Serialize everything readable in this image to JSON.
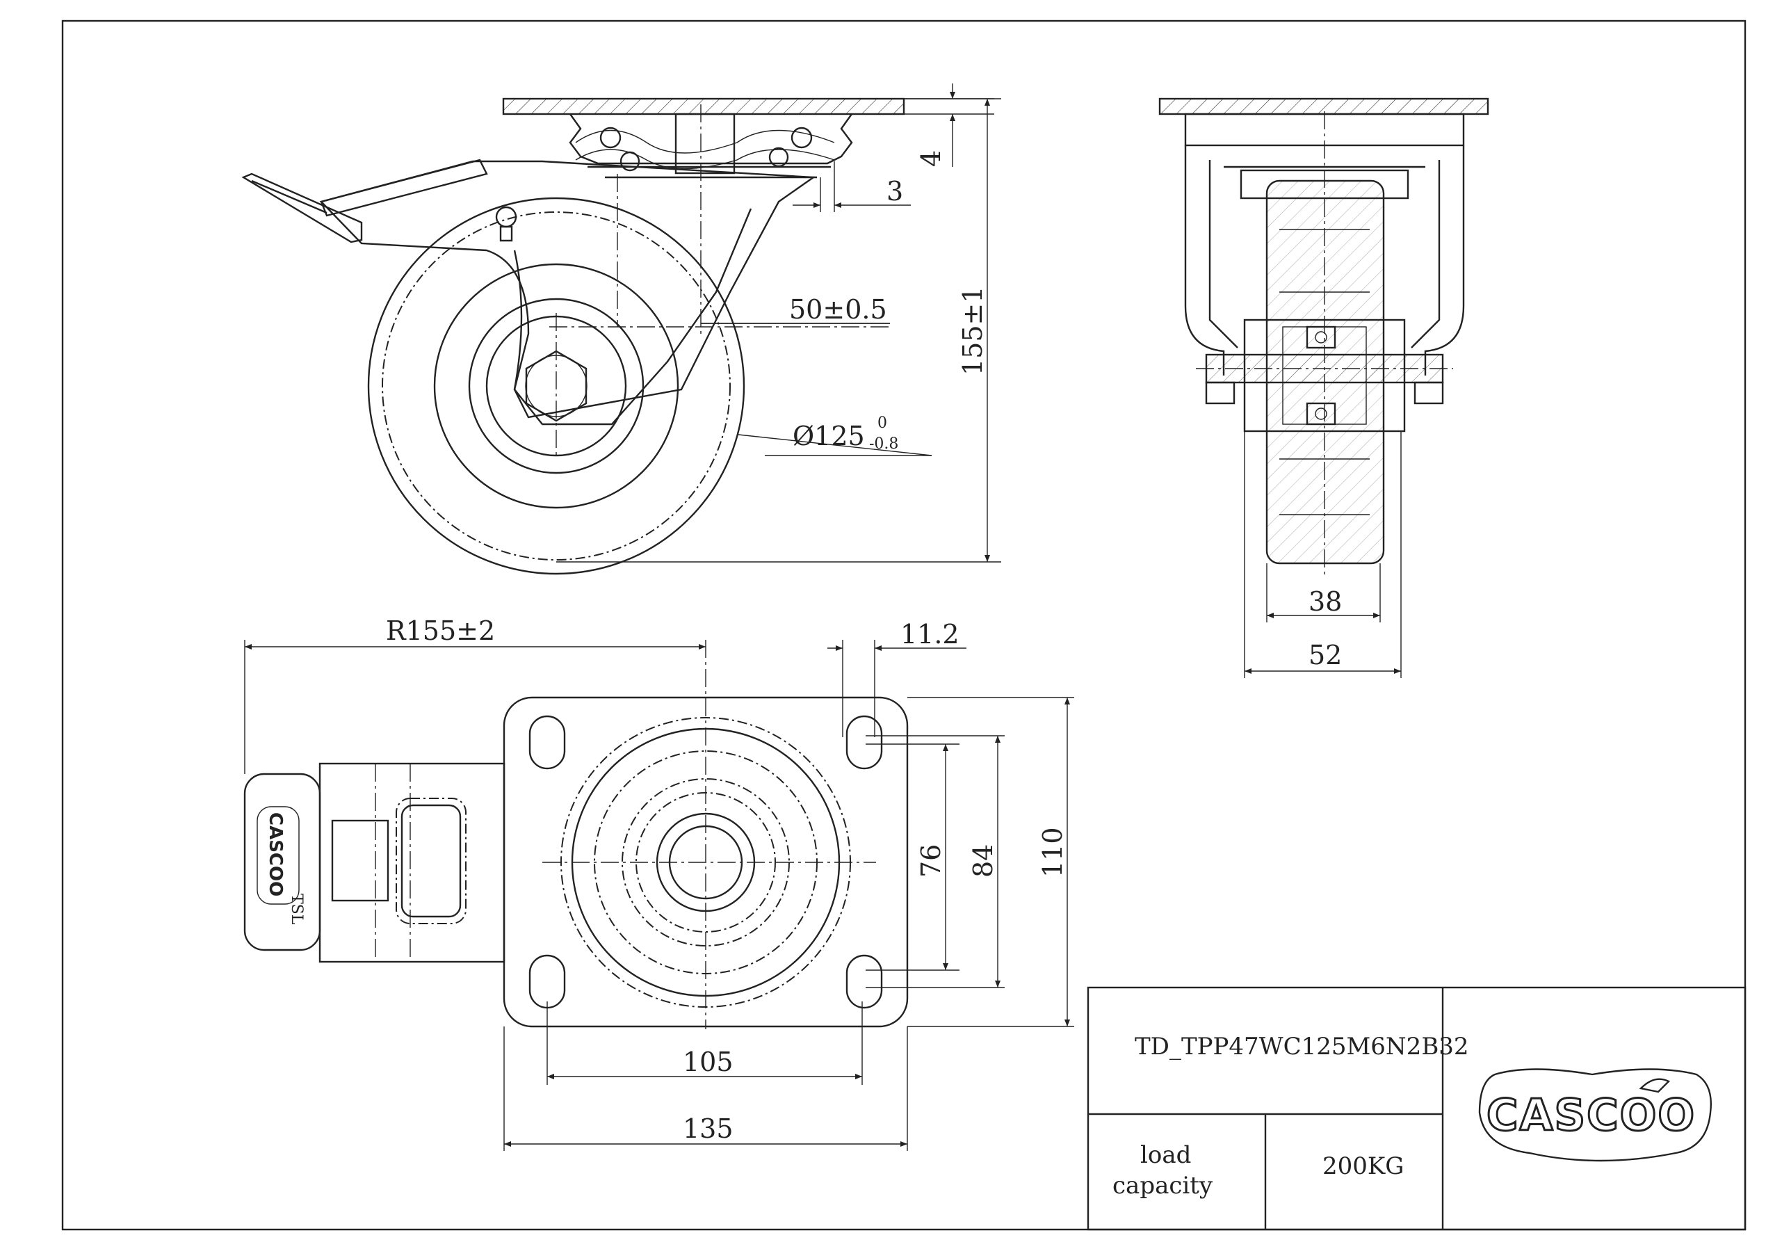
{
  "dimensions": {
    "top_offset": "4",
    "plate_step": "3",
    "swivel_offset": "50±0.5",
    "overall_height": "155±1",
    "wheel_diameter_main": "Ø125",
    "wheel_diameter_upper_tol": "0",
    "wheel_diameter_lower_tol": "-0.8",
    "brake_radius": "R155±2",
    "slot_offset": "11.2",
    "hole_spacing_inner": "76",
    "hole_spacing_outer": "84",
    "plate_width": "110",
    "hole_spacing_long": "105",
    "plate_length": "135",
    "tread_width": "38",
    "hub_width": "52"
  },
  "title_block": {
    "model_number": "TD_TPP47WC125M6N2B32",
    "load_label_line1": "load",
    "load_label_line2": "capacity",
    "load_value": "200KG",
    "logo_text": "CASCOO"
  },
  "brake_logo_text": "CASCOO",
  "brake_mark": "TSL"
}
